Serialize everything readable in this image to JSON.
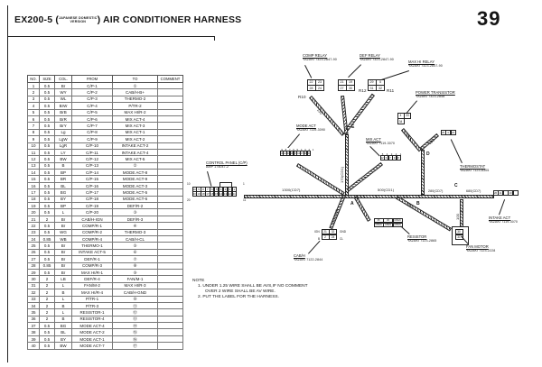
{
  "title": {
    "model": "EX200-5 (",
    "paren_line1": "JAPANESE DOMESTIC",
    "paren_line2": "VERSION",
    "rest": ") AIR CONDITIONER HARNESS",
    "page_number": "39"
  },
  "table": {
    "headers": [
      "NO.",
      "SIZE",
      "COL.",
      "FROM",
      "TO",
      "COMMENT"
    ],
    "rows": [
      [
        "1",
        "0.5",
        "Br",
        "C/P-1",
        "①",
        ""
      ],
      [
        "2",
        "0.5",
        "WY",
        "C/P-2",
        "CAB/H-B+",
        ""
      ],
      [
        "3",
        "0.5",
        "WL",
        "C/P-3",
        "THERMO-2",
        ""
      ],
      [
        "4",
        "0.5",
        "BrW",
        "C/P-4",
        "P/TR-2",
        ""
      ],
      [
        "5",
        "0.5",
        "BrB",
        "C/P-5",
        "MAX HI/R-2",
        ""
      ],
      [
        "6",
        "0.5",
        "BrR",
        "C/P-6",
        "MIX ACT-4",
        ""
      ],
      [
        "7",
        "0.5",
        "BrY",
        "C/P-7",
        "MIX ACT-3",
        ""
      ],
      [
        "8",
        "0.5",
        "Lg",
        "C/P-8",
        "MIX ACT-1",
        ""
      ],
      [
        "9",
        "0.5",
        "LgW",
        "C/P-9",
        "MIX ACT-2",
        ""
      ],
      [
        "10",
        "0.5",
        "LgR",
        "C/P-10",
        "INTAKE ACT-2",
        ""
      ],
      [
        "11",
        "0.5",
        "LY",
        "C/P-11",
        "INTAKE ACT-4",
        ""
      ],
      [
        "12",
        "0.5",
        "BW",
        "C/P-12",
        "MIX ACT-5",
        ""
      ],
      [
        "13",
        "0.5",
        "B",
        "C/P-13",
        "②",
        ""
      ],
      [
        "14",
        "0.5",
        "BP",
        "C/P-14",
        "MODE ACT-8",
        ""
      ],
      [
        "15",
        "0.5",
        "BR",
        "C/P-15",
        "MODE ACT-9",
        ""
      ],
      [
        "16",
        "0.5",
        "BL",
        "C/P-16",
        "MODE ACT-3",
        ""
      ],
      [
        "17",
        "0.5",
        "BG",
        "C/P-17",
        "MODE ACT-5",
        ""
      ],
      [
        "18",
        "0.5",
        "BY",
        "C/P-18",
        "MODE ACT-6",
        ""
      ],
      [
        "19",
        "0.5",
        "BP",
        "C/P-19",
        "DEF/R-2",
        ""
      ],
      [
        "20",
        "0.5",
        "L",
        "C/P-20",
        "③",
        ""
      ],
      [
        "21",
        "2",
        "Br",
        "CAB/H-IGN",
        "DEF/R-3",
        ""
      ],
      [
        "22",
        "0.5",
        "Br",
        "COMP/R-1",
        "④",
        ""
      ],
      [
        "23",
        "0.5",
        "WG",
        "COMP/R-2",
        "THERMO-3",
        ""
      ],
      [
        "24",
        "0.85",
        "WB",
        "COMP/R-4",
        "CAB/H-CL",
        ""
      ],
      [
        "25",
        "0.5",
        "Br",
        "THERMO-1",
        "⑤",
        ""
      ],
      [
        "26",
        "0.5",
        "Br",
        "INTAKE ACT-5",
        "⑥",
        ""
      ],
      [
        "27",
        "0.5",
        "Br",
        "DEF/R-1",
        "⑦",
        ""
      ],
      [
        "28",
        "0.85",
        "Br",
        "COMP/R-3",
        "⑧",
        ""
      ],
      [
        "29",
        "0.5",
        "Br",
        "MAX HI/R-1",
        "⑨",
        ""
      ],
      [
        "30",
        "2",
        "LB",
        "DEF/R-4",
        "FAN/M-1",
        ""
      ],
      [
        "31",
        "2",
        "L",
        "FAN/M-2",
        "MAX HI/R-3",
        ""
      ],
      [
        "32",
        "2",
        "B",
        "MAX HI/R-4",
        "CAB/H-GND",
        ""
      ],
      [
        "33",
        "2",
        "L",
        "P/TR-1",
        "⑩",
        ""
      ],
      [
        "34",
        "2",
        "B",
        "P/TR-3",
        "⑪",
        ""
      ],
      [
        "35",
        "2",
        "L",
        "RESISTOR-1",
        "⑫",
        ""
      ],
      [
        "36",
        "2",
        "B",
        "RESISTOR-4",
        "⑬",
        ""
      ],
      [
        "37",
        "0.5",
        "BG",
        "MODE ACT-4",
        "⑭",
        ""
      ],
      [
        "38",
        "0.5",
        "BL",
        "MODE ACT-2",
        "⑮",
        ""
      ],
      [
        "39",
        "0.5",
        "BY",
        "MODE ACT-1",
        "⑯",
        ""
      ],
      [
        "40",
        "0.5",
        "BW",
        "MODE ACT-7",
        "⑰",
        ""
      ]
    ]
  },
  "diagram": {
    "junctions": {
      "a": "A",
      "b": "B",
      "c": "C",
      "d": "D",
      "e": "E"
    },
    "segment_labels": {
      "trunk_1": "1300(CD7)",
      "trunk_2": "500(CD1)",
      "trunk_3": "280(CD7)",
      "trunk_4": "680(CD7)",
      "riser": "170(CD1)",
      "cab_branch": "300(CD5)",
      "comp_branch": "130",
      "pwr_branch": "110",
      "thermo_branch": "130",
      "fan_branch": "700",
      "fan_riser": "100"
    },
    "components": {
      "comp_relay": {
        "name": "COMP RELAY",
        "part": "YAZAKI 7323-2847-90",
        "ref": "R10",
        "cells_top": [
          "22",
          "23"
        ],
        "cells_bottom": [
          "28",
          "24"
        ]
      },
      "def_relay": {
        "name": "DEF RELAY",
        "part": "YAZAKI 7323-2847-90",
        "ref": "R12",
        "cells_top": [
          "21",
          "19"
        ],
        "cells_bottom": [
          "27",
          "30"
        ]
      },
      "max_hi_relay": {
        "name": "MAX HI RELAY",
        "part": "YAZAKI 7323-2847-90",
        "ref": "R11",
        "cells_top": [
          "29",
          "5"
        ],
        "cells_bottom": [
          "31",
          "32"
        ]
      },
      "power_transistor": {
        "name": "POWER TRANSISTOR",
        "part": "YAZAKI 7323-2848",
        "cells_top": [
          "4",
          "33"
        ],
        "cells_bottom": [
          "34"
        ]
      },
      "mode_act": {
        "name": "MODE ACT",
        "part": "YAZAKI 7119-3090",
        "pins": [
          "9",
          "8",
          "7",
          "6",
          "5",
          "4",
          "3",
          "2",
          "1"
        ],
        "cells": [
          "15",
          "14",
          "40",
          "18",
          "17",
          "16",
          "37",
          "38",
          "39"
        ]
      },
      "mix_act": {
        "name": "MIX ACT",
        "part": "YAZAKI 7119-3070",
        "pins": [
          "5",
          "4",
          "3",
          "2",
          "1"
        ],
        "cells": [
          "12",
          "6",
          "7",
          "9",
          "8"
        ]
      },
      "control_panel": {
        "name": "CONTROL PANEL (C/P)",
        "part": "AMP 174047-2",
        "corner_tl": "10",
        "corner_tr": "1",
        "corner_bl": "20",
        "corner_br": "11",
        "cells_top": [
          "10",
          "9",
          "8",
          "7",
          "6",
          "5",
          "4",
          "3",
          "2",
          "1"
        ],
        "cells_bottom": [
          "20",
          "19",
          "18",
          "17",
          "16",
          "15",
          "14",
          "13",
          "12",
          "11"
        ]
      },
      "thermostat": {
        "name": "THERMOSTAT",
        "part": "YAZAKI 7123-8305",
        "cells": [
          "25",
          "3",
          "23"
        ]
      },
      "intake_act": {
        "name": "INTAKE ACT",
        "part": "YAZAKI 7119-3070",
        "cells": [
          "26",
          "11",
          "",
          "10",
          ""
        ]
      },
      "fan_motor": {
        "name": "FAN MOTOR",
        "part": "YAZAKI 7123-2228",
        "cells": [
          "30",
          "31"
        ]
      },
      "resistor": {
        "name": "RESISTOR",
        "part": "YAZAKI 7123-2865",
        "cells_top": [
          "35",
          "36",
          "OPEN"
        ],
        "cells_bottom": [
          "OPEN",
          "OPEN",
          "OPEN"
        ]
      },
      "cab_h": {
        "name": "CAB/H",
        "part": "YAZAKI 7122-2844",
        "side_tl": "IGN",
        "side_tr": "GND",
        "side_bl": "B",
        "side_br": "CL",
        "cells_top": [
          "21",
          "32"
        ],
        "cells_bottom": [
          "2",
          "24"
        ]
      }
    }
  },
  "note": {
    "title": "NOTE",
    "line1": "1. UNDER 1.25 WIRE SHALL BE AVS,IF NO COMMENT",
    "line2": "OVER 2 WIRE SHALL BE AV WIRE.",
    "line3": "2. PUT THE LABEL FOR THE HARNESS."
  }
}
